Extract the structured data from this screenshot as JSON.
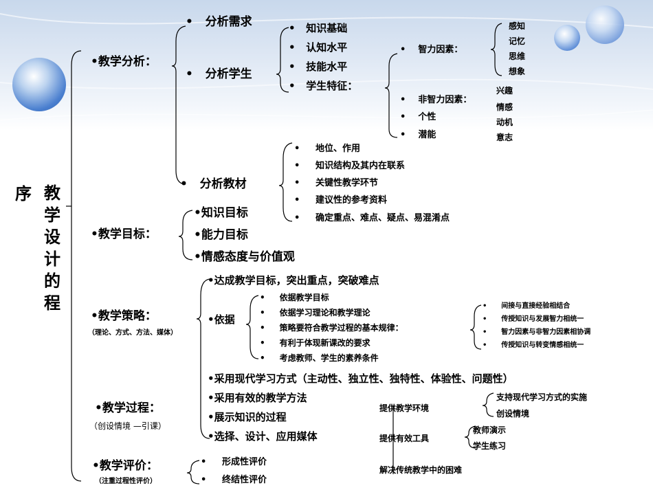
{
  "title": {
    "prefix": "序",
    "chars": [
      "教",
      "学",
      "设",
      "计",
      "的",
      "程"
    ]
  },
  "level1": {
    "analysis": "•教学分析：",
    "goals": "•教学目标：",
    "strategy": "•教学策略：",
    "strategy_note": "（理论、方式、方法、媒体）",
    "process": "•教学过程：",
    "process_note": "（创设情境 —引课）",
    "evaluation": "•教学评价：",
    "evaluation_note": "（注重过程性评价）"
  },
  "analysis": {
    "needs": "分析需求",
    "students": "分析学生",
    "material": "分析教材",
    "student_items": [
      "知识基础",
      "认知水平",
      "技能水平",
      "学生特征："
    ],
    "trait_items": [
      "智力因素：",
      "非智力因素：",
      "个性",
      "潜能"
    ],
    "intellect": [
      "感知",
      "记忆",
      "思维",
      "想象"
    ],
    "nonintellect": [
      "兴趣",
      "情感",
      "动机",
      "意志"
    ],
    "material_items": [
      "地位、作用",
      "知识结构及其内在联系",
      "关键性教学环节",
      "建议性的参考资料",
      "确定重点、难点、疑点、易混淆点"
    ]
  },
  "goals": {
    "items": [
      "•知识目标",
      "•能力目标",
      "•情感态度与价值观"
    ]
  },
  "strategy": {
    "main": "•达成教学目标，突出重点，突破难点",
    "basis": "•依据",
    "basis_items": [
      "依据教学目标",
      "依据学习理论和教学理论",
      "策略要符合教学过程的基本规律：",
      "有利于体现新课改的要求",
      "考虑教师、学生的素养条件"
    ],
    "rules": [
      "间接与直接经验相结合",
      "传授知识与发展智力相统一",
      "智力因素与非智力因素相协调",
      "传授知识与转变情感相统一"
    ]
  },
  "process": {
    "items": [
      "•采用现代学习方式（主动性、独立性、独特性、体验性、问题性）",
      "•采用有效的教学方法",
      "•展示知识的过程",
      "•选择、设计、应用媒体"
    ],
    "media_items": [
      "提供教学环境",
      "提供有效工具",
      "解决传统教学中的困难"
    ],
    "env_items": [
      "支持现代学习方式的实施",
      "创设情境"
    ],
    "tool_items": [
      "教师演示",
      "学生练习"
    ]
  },
  "evaluation": {
    "items": [
      "形成性评价",
      "终结性评价"
    ]
  }
}
